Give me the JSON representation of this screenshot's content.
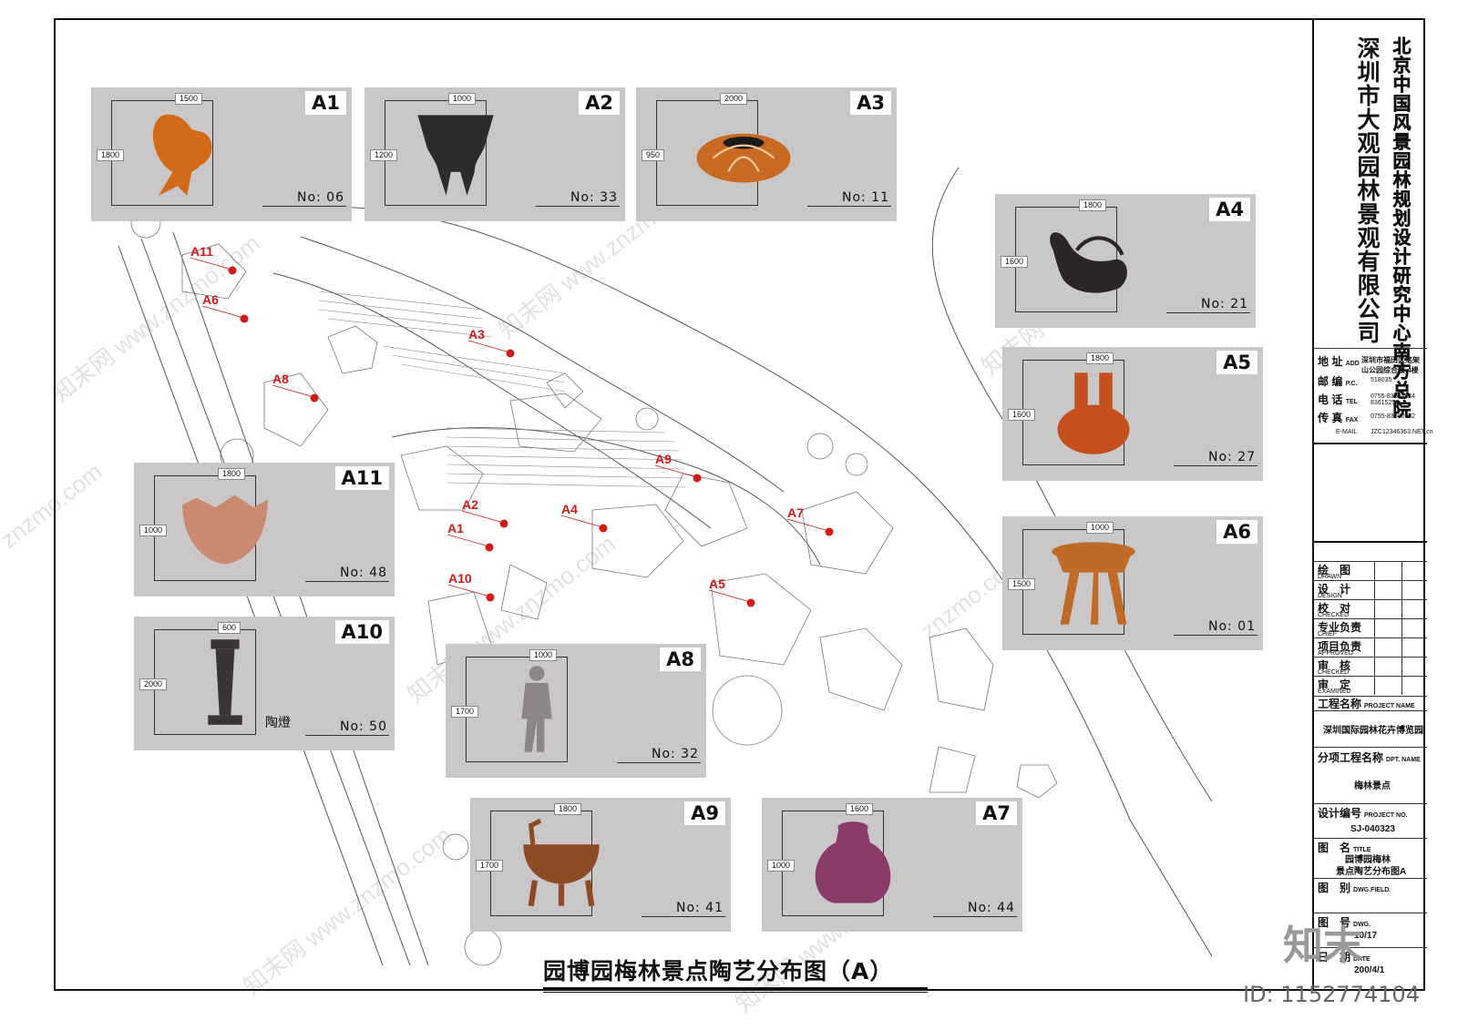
{
  "title": "园博园梅林景点陶艺分布图（A）",
  "company1": "北京中国风景园林规划设计研究中心南方总院",
  "company2": "深圳市大观园林景观有限公司",
  "contact": {
    "address_label": "地 址",
    "address_en": "ADD",
    "address_value": "深圳市福田区笔架山公园综合楼 4楼",
    "postcode_label": "邮 编",
    "postcode_en": "P.C.",
    "postcode_value": "518035",
    "tel_label": "电 话",
    "tel_en": "TEL",
    "tel_value": "0755-83630124 83615257",
    "fax_label": "传 真",
    "fax_en": "FAX",
    "fax_value": "0755-83300962",
    "email_label": "E-MAIL",
    "email_value": "JZC12346363.NET,cn"
  },
  "signoff": [
    {
      "cn": "绘　图",
      "en": "DRAWN"
    },
    {
      "cn": "设　计",
      "en": "DESIGN"
    },
    {
      "cn": "校　对",
      "en": "CHECKED"
    },
    {
      "cn": "专业负责",
      "en": "CHIEF"
    },
    {
      "cn": "项目负责",
      "en": "APPROVED"
    },
    {
      "cn": "审　核",
      "en": "CHECKED"
    },
    {
      "cn": "审　定",
      "en": "EXAMINED"
    }
  ],
  "project": {
    "name_label": "工程名称",
    "name_en": "PROJECT NAME",
    "name_value": "深圳国际园林花卉博览园",
    "dept_label": "分项工程名称",
    "dept_en": "DPT. NAME",
    "dept_value": "梅林景点",
    "no_label": "设计编号",
    "no_en": "PROJECT NO.",
    "no_value": "SJ-040323",
    "title_label": "图　名",
    "title_en": "TITLE",
    "title_value1": "园博园梅林",
    "title_value2": "景点陶艺分布图A",
    "field_label": "图　别",
    "field_en": "DWG.FIELD.",
    "field_value": "",
    "dwg_label": "图　号",
    "dwg_en": "DWG.",
    "dwg_value": "10/17",
    "date_label": "日　期",
    "date_en": "DATE",
    "date_value": "200/4/1"
  },
  "watermark": "znzmo.com",
  "watermark_brand": "知末网 www.znzmo.com",
  "logo": "知末",
  "id_text": "ID: 1152774104",
  "pottery": [
    {
      "code": "A1",
      "no": "No: 06",
      "w": "1500",
      "h": "1800",
      "color": "#d26a18"
    },
    {
      "code": "A2",
      "no": "No: 33",
      "w": "1000",
      "h": "1200",
      "color": "#2e2b2c"
    },
    {
      "code": "A3",
      "no": "No: 11",
      "w": "2000",
      "h": "950",
      "color": "#c86a22"
    },
    {
      "code": "A4",
      "no": "No: 21",
      "w": "1800",
      "h": "1600",
      "color": "#2a2627"
    },
    {
      "code": "A5",
      "no": "No: 27",
      "w": "1800",
      "h": "1600",
      "color": "#c3501e"
    },
    {
      "code": "A6",
      "no": "No: 01",
      "w": "1000",
      "h": "1500",
      "color": "#c06a28"
    },
    {
      "code": "A11",
      "no": "No: 48",
      "w": "1800",
      "h": "1000",
      "color": "#c98a70"
    },
    {
      "code": "A10",
      "no": "No: 50",
      "w": "600",
      "h": "2000",
      "color": "#3a3436",
      "extra": "陶燈"
    },
    {
      "code": "A8",
      "no": "No: 32",
      "w": "1000",
      "h": "1700",
      "color": "#8d8586"
    },
    {
      "code": "A9",
      "no": "No: 41",
      "w": "1800",
      "h": "1700",
      "color": "#8e4a24"
    },
    {
      "code": "A7",
      "no": "No: 44",
      "w": "1600",
      "h": "1000",
      "color": "#8a3a66"
    }
  ],
  "markers": [
    {
      "label": "A11"
    },
    {
      "label": "A6"
    },
    {
      "label": "A8"
    },
    {
      "label": "A3"
    },
    {
      "label": "A9"
    },
    {
      "label": "A2"
    },
    {
      "label": "A1"
    },
    {
      "label": "A4"
    },
    {
      "label": "A7"
    },
    {
      "label": "A10"
    },
    {
      "label": "A5"
    }
  ],
  "marker_color": "#d11a1a"
}
